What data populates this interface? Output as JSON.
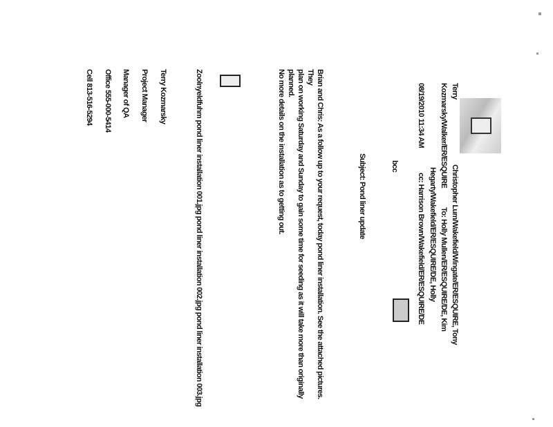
{
  "header": {
    "sender_first": "Terry",
    "sender_last": "Kozmarsky/Walker/ER/ESQUIRE",
    "date": "08/19/2010 11:34 AM",
    "to_line1": "Christopher Lum/Wakefield/Wingate/ER/ESQUIRE, Tony",
    "to_line2": "To: Holly Mullen/ER/ESQUIRE/DE, Kim",
    "to_line3": "Hegarty/Wakefield/ER/ESQUIRE/DE, Holly",
    "cc_line": "cc: Harrison Brown/Wakefield/ER/ESQUIRE/DE",
    "bcc_label": "bcc",
    "subject": "Subject: Pond liner update"
  },
  "body": [
    "Brian and Chris: As a follow up to your request, today pond liner installation. See the attached pictures. They",
    "plan on working Saturday and Sunday to gain some time for seeding as it will take more than originally planned.",
    "No more details on the installation as to getting out."
  ],
  "attachment": {
    "caption": "Zoolnyeldfuhm pond liner installation 001.jpg   pond liner installation 002.jpg   pond liner installation 003.jpg"
  },
  "signature": [
    "Terry Kozmarsky",
    "Project Manager",
    "Manager of QA",
    "Office 555-000-5414",
    "Cell 813-516-5294"
  ]
}
